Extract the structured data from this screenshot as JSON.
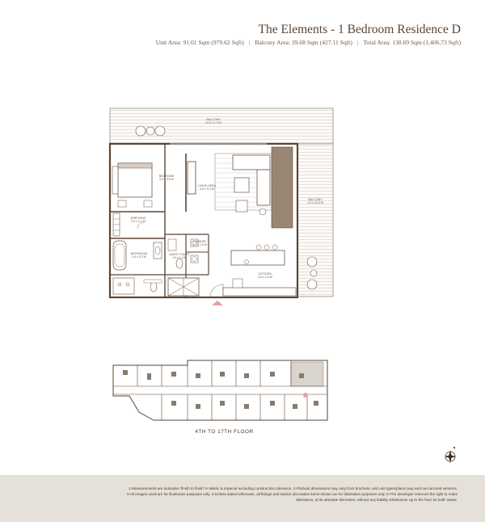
{
  "header": {
    "title": "The Elements - 1 Bedroom Residence D",
    "unit_area": "Unit Area: 91.01 Sqm (979.62 Sqft)",
    "balcony_area": "Balcony Area: 39.68 Sqm (427.11 Sqft)",
    "total_area": "Total Area: 130.69 Sqm (1,406.73 Sqft)",
    "separator": "|"
  },
  "rooms": {
    "balcony_top": {
      "name": "BALCONY",
      "dim": "12.8 x 1.9 M"
    },
    "balcony_right": {
      "name": "BALCONY",
      "dim": "1.9 x 10.4 M"
    },
    "bedroom": {
      "name": "BEDROOM",
      "dim": "3.9 x 3.8 M"
    },
    "living": {
      "name": "LIVING AREA",
      "dim": "6.6 x 9.0 M"
    },
    "dressing": {
      "name": "DRESSING",
      "dim": "2.9 x 1.1 M"
    },
    "bathroom": {
      "name": "BATHROOM",
      "dim": "2.6 x 3.2 M"
    },
    "guest_toilet": {
      "name": "GUEST TOILET",
      "dim": "1.6 x 1.5 M"
    },
    "laundry": {
      "name": "LAUNDRY",
      "dim": "1.7 x 1.5 M"
    },
    "kitchen": {
      "name": "KITCHEN",
      "dim": "3.6 x 2.4 M"
    }
  },
  "key_plan": {
    "caption": "4TH TO 17TH FLOOR"
  },
  "footer": {
    "line1": "1-Measurements are indicative 'finish to finish' in Metric & Imperial excluding construction tolerance. 2-Plot/unit dimensions may vary from brochure, and unit types/plans may exist as mirrored versions.",
    "line2": "3-All images used are for illustrative purposes only. 4-Unless stated otherwise, all fittings and interior decorative items shown are for illustrative purposes only. 5-The developer reserves the right to make",
    "line3": "alterations, at its absolute discretion, without any liability whatsoever up to the final 'as built' status."
  },
  "colors": {
    "wall": "#5a4636",
    "line": "#8a7a6c",
    "accent": "#e8a0a0",
    "footer_bg": "#e5e1d8"
  },
  "icons": {
    "compass": "compass-icon",
    "entrance": "entrance-arrow-icon"
  }
}
